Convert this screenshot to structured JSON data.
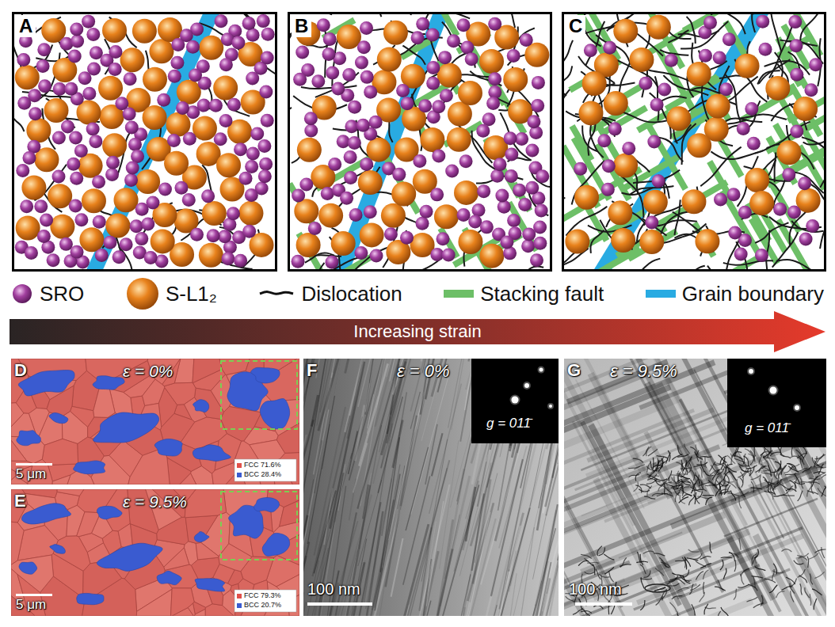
{
  "diagram": {
    "nodes": [
      {
        "text": [
          "A"
        ]
      },
      {
        "text": [
          "B"
        ]
      },
      {
        "text": [
          "C"
        ]
      },
      {
        "text": [
          "Increasing strain"
        ]
      },
      {
        "text": [
          "D",
          "ε = 0%",
          "5 μm",
          "FCC 71.6%",
          "BCC 28.4%"
        ]
      },
      {
        "text": [
          "E",
          "ε = 9.5%",
          "5 μm",
          "FCC 79.3%",
          "BCC 20.7%"
        ]
      },
      {
        "text": [
          "F",
          "ε = 0%",
          "100 nm",
          "g = 011̄"
        ]
      },
      {
        "text": [
          "G",
          "ε = 9.5%",
          "100 nm",
          "g = 011̄"
        ]
      }
    ],
    "legend": [
      {
        "text": "SRO"
      },
      {
        "text": "S-L1₂"
      },
      {
        "text": "Dislocation"
      },
      {
        "text": "Stacking fault",
        "color": "#6dbf67"
      },
      {
        "text": "Grain boundary",
        "color": "#29abe2"
      }
    ]
  }
}
